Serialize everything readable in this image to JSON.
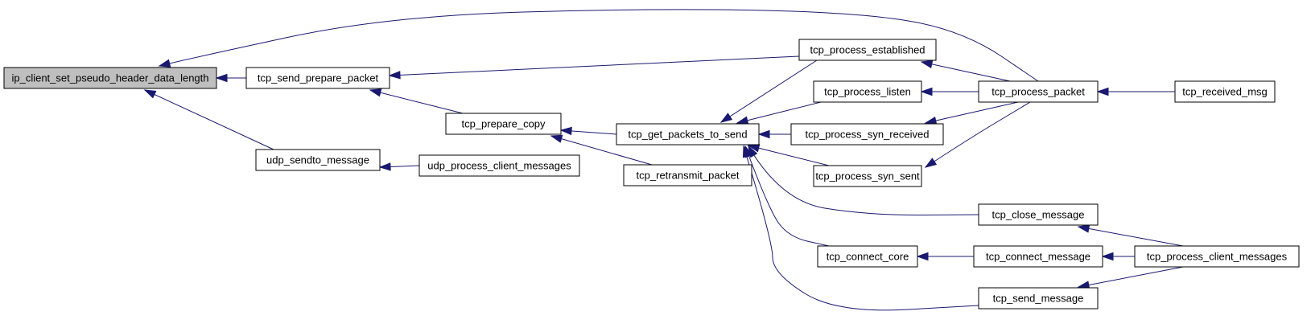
{
  "diagram": {
    "colors": {
      "edge": "#191970",
      "root_fill": "#bfbfbf",
      "node_fill": "#ffffff",
      "border": "#000000"
    },
    "nodes": [
      {
        "id": "ip_client_set_pseudo_header_data_length",
        "label": "ip_client_set_pseudo_header_data_length",
        "root": true
      },
      {
        "id": "tcp_send_prepare_packet",
        "label": "tcp_send_prepare_packet"
      },
      {
        "id": "udp_sendto_message",
        "label": "udp_sendto_message"
      },
      {
        "id": "tcp_prepare_copy",
        "label": "tcp_prepare_copy"
      },
      {
        "id": "udp_process_client_messages",
        "label": "udp_process_client_messages"
      },
      {
        "id": "tcp_get_packets_to_send",
        "label": "tcp_get_packets_to_send"
      },
      {
        "id": "tcp_retransmit_packet",
        "label": "tcp_retransmit_packet"
      },
      {
        "id": "tcp_process_established",
        "label": "tcp_process_established"
      },
      {
        "id": "tcp_process_listen",
        "label": "tcp_process_listen"
      },
      {
        "id": "tcp_process_syn_received",
        "label": "tcp_process_syn_received"
      },
      {
        "id": "tcp_process_syn_sent",
        "label": "tcp_process_syn_sent"
      },
      {
        "id": "tcp_connect_core",
        "label": "tcp_connect_core"
      },
      {
        "id": "tcp_process_packet",
        "label": "tcp_process_packet"
      },
      {
        "id": "tcp_close_message",
        "label": "tcp_close_message"
      },
      {
        "id": "tcp_connect_message",
        "label": "tcp_connect_message"
      },
      {
        "id": "tcp_send_message",
        "label": "tcp_send_message"
      },
      {
        "id": "tcp_received_msg",
        "label": "tcp_received_msg"
      },
      {
        "id": "tcp_process_client_messages",
        "label": "tcp_process_client_messages"
      }
    ],
    "edges": [
      {
        "from": "tcp_send_prepare_packet",
        "to": "ip_client_set_pseudo_header_data_length"
      },
      {
        "from": "udp_sendto_message",
        "to": "ip_client_set_pseudo_header_data_length"
      },
      {
        "from": "tcp_process_packet",
        "to": "ip_client_set_pseudo_header_data_length"
      },
      {
        "from": "tcp_prepare_copy",
        "to": "tcp_send_prepare_packet"
      },
      {
        "from": "tcp_process_established",
        "to": "tcp_send_prepare_packet"
      },
      {
        "from": "udp_process_client_messages",
        "to": "udp_sendto_message"
      },
      {
        "from": "tcp_get_packets_to_send",
        "to": "tcp_prepare_copy"
      },
      {
        "from": "tcp_retransmit_packet",
        "to": "tcp_prepare_copy"
      },
      {
        "from": "tcp_process_established",
        "to": "tcp_get_packets_to_send"
      },
      {
        "from": "tcp_process_listen",
        "to": "tcp_get_packets_to_send"
      },
      {
        "from": "tcp_process_syn_received",
        "to": "tcp_get_packets_to_send"
      },
      {
        "from": "tcp_process_syn_sent",
        "to": "tcp_get_packets_to_send"
      },
      {
        "from": "tcp_close_message",
        "to": "tcp_get_packets_to_send"
      },
      {
        "from": "tcp_connect_core",
        "to": "tcp_get_packets_to_send"
      },
      {
        "from": "tcp_send_message",
        "to": "tcp_get_packets_to_send"
      },
      {
        "from": "tcp_process_packet",
        "to": "tcp_process_established"
      },
      {
        "from": "tcp_process_packet",
        "to": "tcp_process_listen"
      },
      {
        "from": "tcp_process_packet",
        "to": "tcp_process_syn_received"
      },
      {
        "from": "tcp_process_packet",
        "to": "tcp_process_syn_sent"
      },
      {
        "from": "tcp_connect_message",
        "to": "tcp_connect_core"
      },
      {
        "from": "tcp_received_msg",
        "to": "tcp_process_packet"
      },
      {
        "from": "tcp_process_client_messages",
        "to": "tcp_close_message"
      },
      {
        "from": "tcp_process_client_messages",
        "to": "tcp_connect_message"
      },
      {
        "from": "tcp_process_client_messages",
        "to": "tcp_send_message"
      }
    ]
  }
}
